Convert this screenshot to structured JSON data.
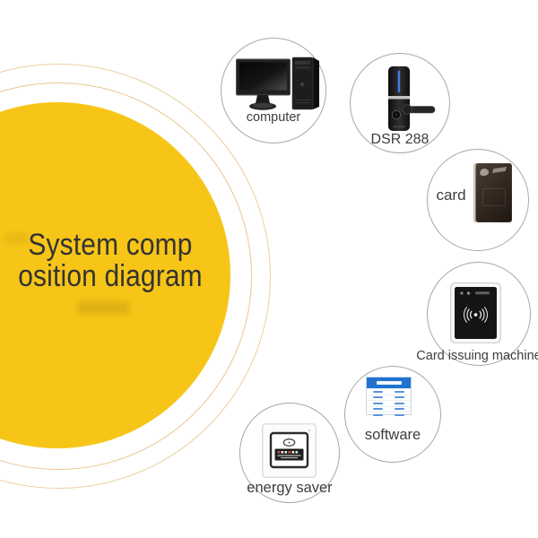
{
  "title": {
    "line1": "System comp",
    "line2": "osition diagram"
  },
  "nodes": {
    "computer": {
      "label": "computer"
    },
    "door_lock": {
      "label": "DSR 288"
    },
    "card": {
      "label": "card"
    },
    "card_issuing_machine": {
      "label": "Card issuing machine"
    },
    "software": {
      "label": "software"
    },
    "energy_saver": {
      "label": "energy saver"
    }
  },
  "colors": {
    "accent_yellow": "#F6C517",
    "ring_tan": "#EBCF9F",
    "ring_tan2": "#E7C893",
    "circle_border": "#A8A8A8",
    "text_dark": "#333333",
    "label_gray": "#3D3D3D",
    "lock_stripe_blue": "#3C7FE0",
    "software_blue": "#2173D1",
    "software_link_blue": "#5B93D8"
  }
}
